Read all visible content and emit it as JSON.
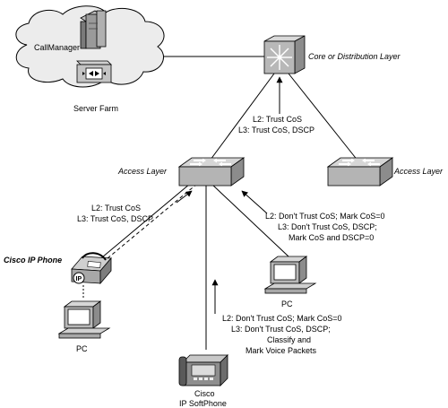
{
  "server_farm": {
    "callmanager_label": "CallManager",
    "caption": "Server Farm"
  },
  "core": {
    "label": "Core or Distribution Layer"
  },
  "access_left": {
    "label": "Access Layer"
  },
  "access_right": {
    "label": "Access Layer"
  },
  "trust_uplink": {
    "line1": "L2: Trust CoS",
    "line2": "L3: Trust CoS, DSCP"
  },
  "trust_phone": {
    "line1": "L2: Trust CoS",
    "line2": "L3: Trust CoS, DSCP"
  },
  "trust_pc": {
    "line1": "L2: Don't Trust CoS; Mark CoS=0",
    "line2": "L3: Don't Trust CoS, DSCP;",
    "line3": "Mark CoS and DSCP=0"
  },
  "trust_softphone": {
    "line1": "L2: Don't Trust CoS; Mark CoS=0",
    "line2": "L3: Don't Trust CoS, DSCP;",
    "line3": "Classify and",
    "line4": "Mark Voice Packets"
  },
  "ip_phone": {
    "label": "Cisco IP Phone",
    "badge": "IP"
  },
  "pc_right": {
    "label": "PC"
  },
  "pc_left": {
    "label": "PC"
  },
  "softphone": {
    "line1": "Cisco",
    "line2": "IP SoftPhone"
  }
}
